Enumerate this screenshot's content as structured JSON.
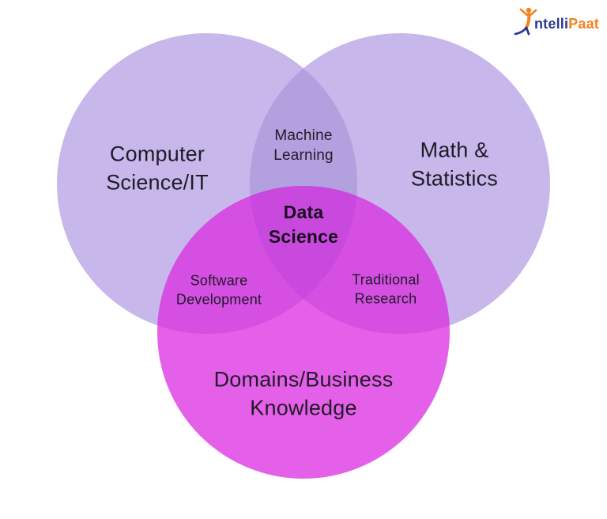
{
  "brand": {
    "name": "IntelliPaat",
    "text_part1": "ntelli",
    "text_part2": "Paat",
    "navy": "#2b3a8f",
    "orange": "#f5821f"
  },
  "venn": {
    "colors": {
      "top_circle": "#c7b7ea",
      "top_overlap": "#b3a0de",
      "bottom_circle": "#e560e8",
      "bottom_overlap": "#d550e2",
      "center": "#c948dd",
      "label_text": "#211a29"
    },
    "sets": {
      "computer_science": "Computer\nScience/IT",
      "math_statistics": "Math &\nStatistics",
      "domains_business": "Domains/Business\nKnowledge"
    },
    "intersections": {
      "machine_learning": "Machine\nLearning",
      "software_development": "Software\nDevelopment",
      "traditional_research": "Traditional\nResearch",
      "data_science": "Data\nScience"
    }
  }
}
